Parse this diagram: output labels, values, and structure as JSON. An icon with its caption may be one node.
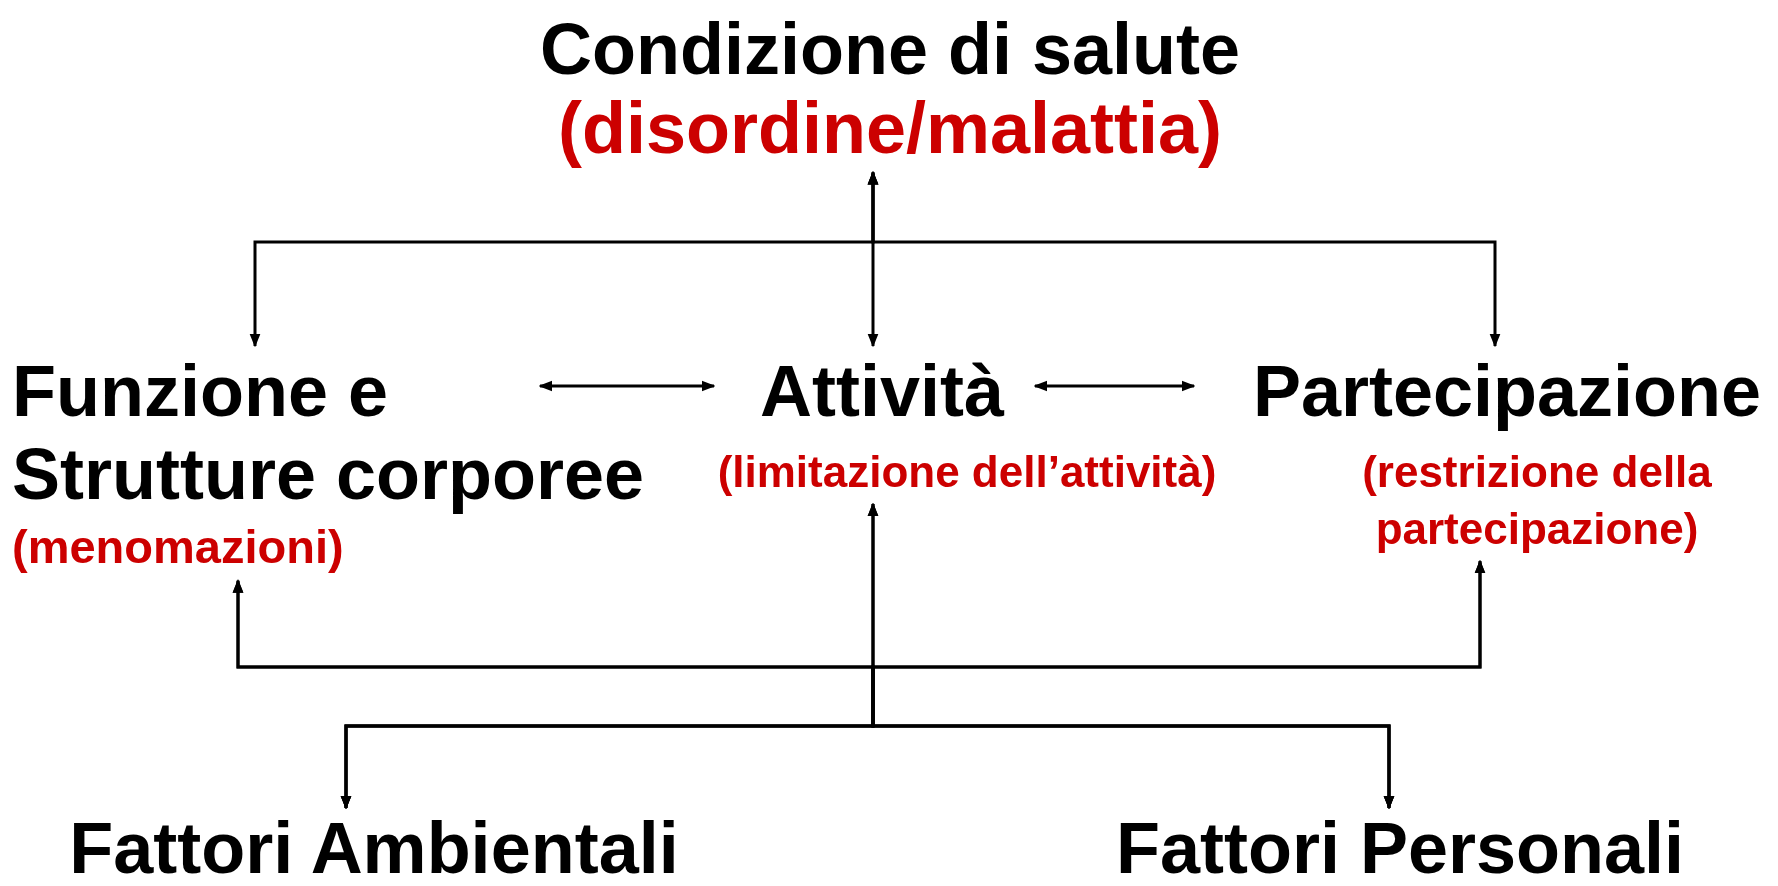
{
  "diagram": {
    "nodes": [
      {
        "text": [
          "Condizione di salute",
          "(disordine/malattia)"
        ]
      },
      {
        "text": [
          "Funzione e Strutture corporee",
          "(menomazioni)"
        ]
      },
      {
        "text": [
          "Attività",
          "(limitazione dell’attività)"
        ]
      },
      {
        "text": [
          "Partecipazione",
          "(restrizione della partecipazione)"
        ]
      },
      {
        "text": [
          "Fattori Ambientali"
        ]
      },
      {
        "text": [
          "Fattori Personali"
        ]
      }
    ],
    "edges": [
      {
        "from": 0,
        "to": 1,
        "arrow": "both"
      },
      {
        "from": 0,
        "to": 2,
        "arrow": "both"
      },
      {
        "from": 0,
        "to": 3,
        "arrow": "both"
      },
      {
        "from": 1,
        "to": 2,
        "arrow": "both"
      },
      {
        "from": 2,
        "to": 3,
        "arrow": "both"
      },
      {
        "from": 4,
        "to": 1,
        "arrow": "both"
      },
      {
        "from": 4,
        "to": 2,
        "arrow": "both"
      },
      {
        "from": 4,
        "to": 3,
        "arrow": "both"
      },
      {
        "from": 5,
        "to": 1,
        "arrow": "both"
      },
      {
        "from": 5,
        "to": 2,
        "arrow": "both"
      },
      {
        "from": 5,
        "to": 3,
        "arrow": "both"
      }
    ]
  }
}
